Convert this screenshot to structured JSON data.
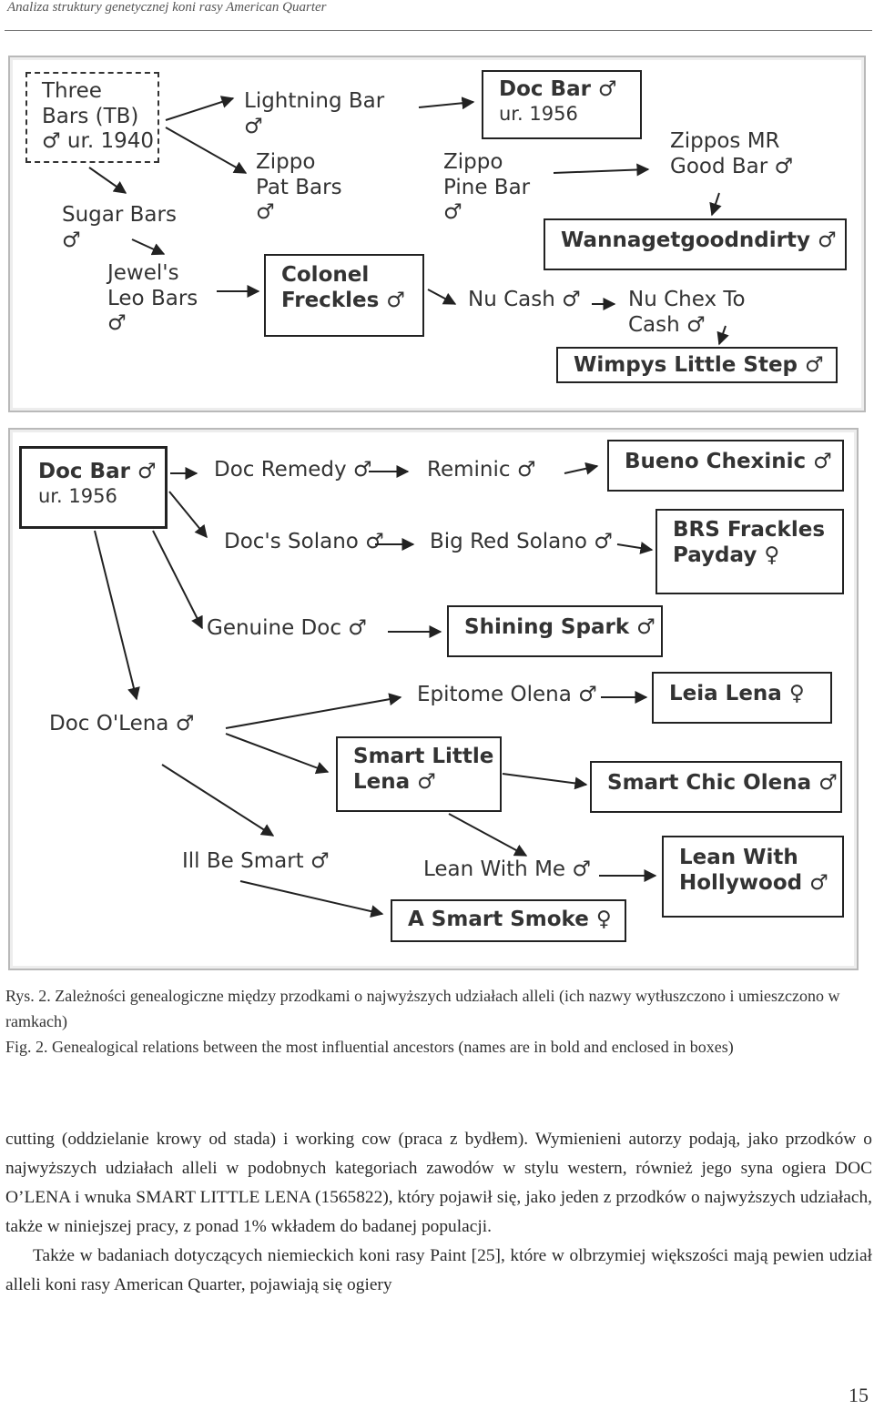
{
  "header": {
    "running_title": "Analiza struktury genetycznej koni rasy American Quarter"
  },
  "figure": {
    "panel1": {
      "three_bars": [
        "Three",
        "Bars (TB)",
        "♂ ur. 1940"
      ],
      "lightning_bar": [
        "Lightning Bar",
        "♂"
      ],
      "zippo_pat_bars": [
        "Zippo",
        "Pat Bars",
        "♂"
      ],
      "sugar_bars": [
        "Sugar Bars",
        "♂"
      ],
      "jewels_leo_bars": [
        "Jewel's",
        "Leo Bars",
        "♂"
      ],
      "doc_bar": [
        "Doc Bar ♂",
        "ur. 1956"
      ],
      "zippo_pine_bar": [
        "Zippo",
        "Pine Bar",
        "♂"
      ],
      "zippos_mr_good_bar": [
        "Zippos MR",
        "Good Bar ♂"
      ],
      "wannagetgoodndirty": "Wannagetgoodndirty ♂",
      "colonel_freckles": [
        "Colonel",
        "Freckles ♂"
      ],
      "nu_cash": "Nu Cash ♂",
      "nu_chex_to_cash": [
        "Nu Chex To",
        "Cash ♂"
      ],
      "wimpys_little_step": "Wimpys Little Step ♂"
    },
    "panel2": {
      "doc_bar": [
        "Doc Bar ♂",
        "ur. 1956"
      ],
      "doc_remedy": "Doc Remedy ♂",
      "reminic": "Reminic ♂",
      "bueno_chexinic": "Bueno Chexinic ♂",
      "docs_solano": "Doc's Solano ♂",
      "big_red_solano": "Big Red Solano ♂",
      "brs_frackles_payday": [
        "BRS Frackles",
        "Payday ♀"
      ],
      "genuine_doc": "Genuine Doc ♂",
      "shining_spark": "Shining Spark ♂",
      "doc_olena": "Doc O'Lena ♂",
      "epitome_olena": "Epitome Olena ♂",
      "leia_lena": "Leia Lena ♀",
      "smart_little_lena": [
        "Smart Little",
        "Lena ♂"
      ],
      "smart_chic_olena": "Smart Chic Olena ♂",
      "ill_be_smart": "Ill Be Smart ♂",
      "lean_with_me": "Lean With Me ♂",
      "lean_with_hollywood": [
        "Lean With",
        "Hollywood ♂"
      ],
      "a_smart_smoke": "A Smart Smoke ♀"
    }
  },
  "captions": {
    "pl": "Rys. 2. Zależności genealogiczne między przodkami o najwyższych udziałach alleli (ich nazwy wytłuszczono i umieszczono w ramkach)",
    "en": "Fig. 2. Genealogical relations between the most influential ancestors (names are in bold and enclosed in boxes)"
  },
  "body": {
    "paragraph1": "cutting (oddzielanie krowy od stada) i working cow (praca z bydłem). Wymienieni autorzy podają, jako przodków o najwyższych udziałach alleli w podobnych kategoriach zawodów w stylu western, również jego syna ogiera DOC O’LENA i wnuka SMART LITTLE LENA (1565822), który pojawił się, jako jeden z przodków o najwyższych udziałach, także w niniejszej pracy, z ponad 1% wkładem do badanej populacji.",
    "paragraph2": "Także w badaniach dotyczących niemieckich koni rasy Paint [25], które w olbrzymiej większości mają pewien udział alleli koni rasy American Quarter, pojawiają się ogiery"
  },
  "page_number": "15"
}
